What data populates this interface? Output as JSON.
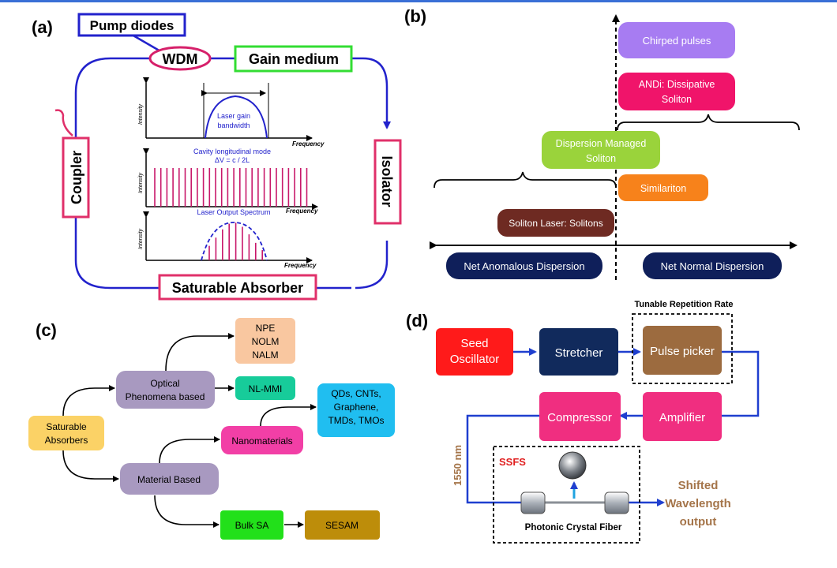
{
  "panels": {
    "a": {
      "label": "(a)",
      "pump": "Pump diodes",
      "wdm": "WDM",
      "gain": "Gain medium",
      "coupler": "Coupler",
      "isolator": "Isolator",
      "sa": "Saturable Absorber",
      "plot1": {
        "ylabel": "Intensity",
        "xlabel": "Frequency",
        "note1": "Laser gain",
        "note2": "bandwidth"
      },
      "plot2": {
        "ylabel": "Intensity",
        "xlabel": "Frequency",
        "title1": "Cavity longitudinal mode",
        "title2": "ΔV = c / 2L"
      },
      "plot3": {
        "ylabel": "Intensity",
        "xlabel": "Frequency",
        "title": "Laser Output Spectrum"
      }
    },
    "b": {
      "label": "(b)",
      "chirped": "Chirped pulses",
      "andi1": "ANDi: Dissipative",
      "andi2": "Soliton",
      "dm1": "Dispersion Managed",
      "dm2": "Soliton",
      "similariton": "Similariton",
      "soliton": "Soliton Laser: Solitons",
      "anomalous": "Net Anomalous Dispersion",
      "normal": "Net Normal Dispersion",
      "colors": {
        "chirped": "#a77cf2",
        "andi": "#f0146a",
        "dm": "#9ad33b",
        "similariton": "#f7821b",
        "soliton": "#6e2a22",
        "pill": "#0f1f5a"
      }
    },
    "c": {
      "label": "(c)",
      "root1": "Saturable",
      "root2": "Absorbers",
      "optical1": "Optical",
      "optical2": "Phenomena based",
      "npe": "NPE",
      "nolm": "NOLM",
      "nalm": "NALM",
      "nlmmi": "NL-MMI",
      "material": "Material Based",
      "nano": "Nanomaterials",
      "qds1": "QDs, CNTs,",
      "qds2": "Graphene,",
      "qds3": "TMDs, TMOs",
      "bulk": "Bulk SA",
      "sesam": "SESAM"
    },
    "d": {
      "label": "(d)",
      "seed1": "Seed",
      "seed2": "Oscillator",
      "stretcher": "Stretcher",
      "tunable": "Tunable Repetition Rate",
      "picker": "Pulse picker",
      "compressor": "Compressor",
      "amplifier": "Amplifier",
      "wl": "1550 nm",
      "ssfs": "SSFS",
      "pcf": "Photonic Crystal Fiber",
      "out1": "Shifted",
      "out2": "Wavelength",
      "out3": "output"
    }
  }
}
